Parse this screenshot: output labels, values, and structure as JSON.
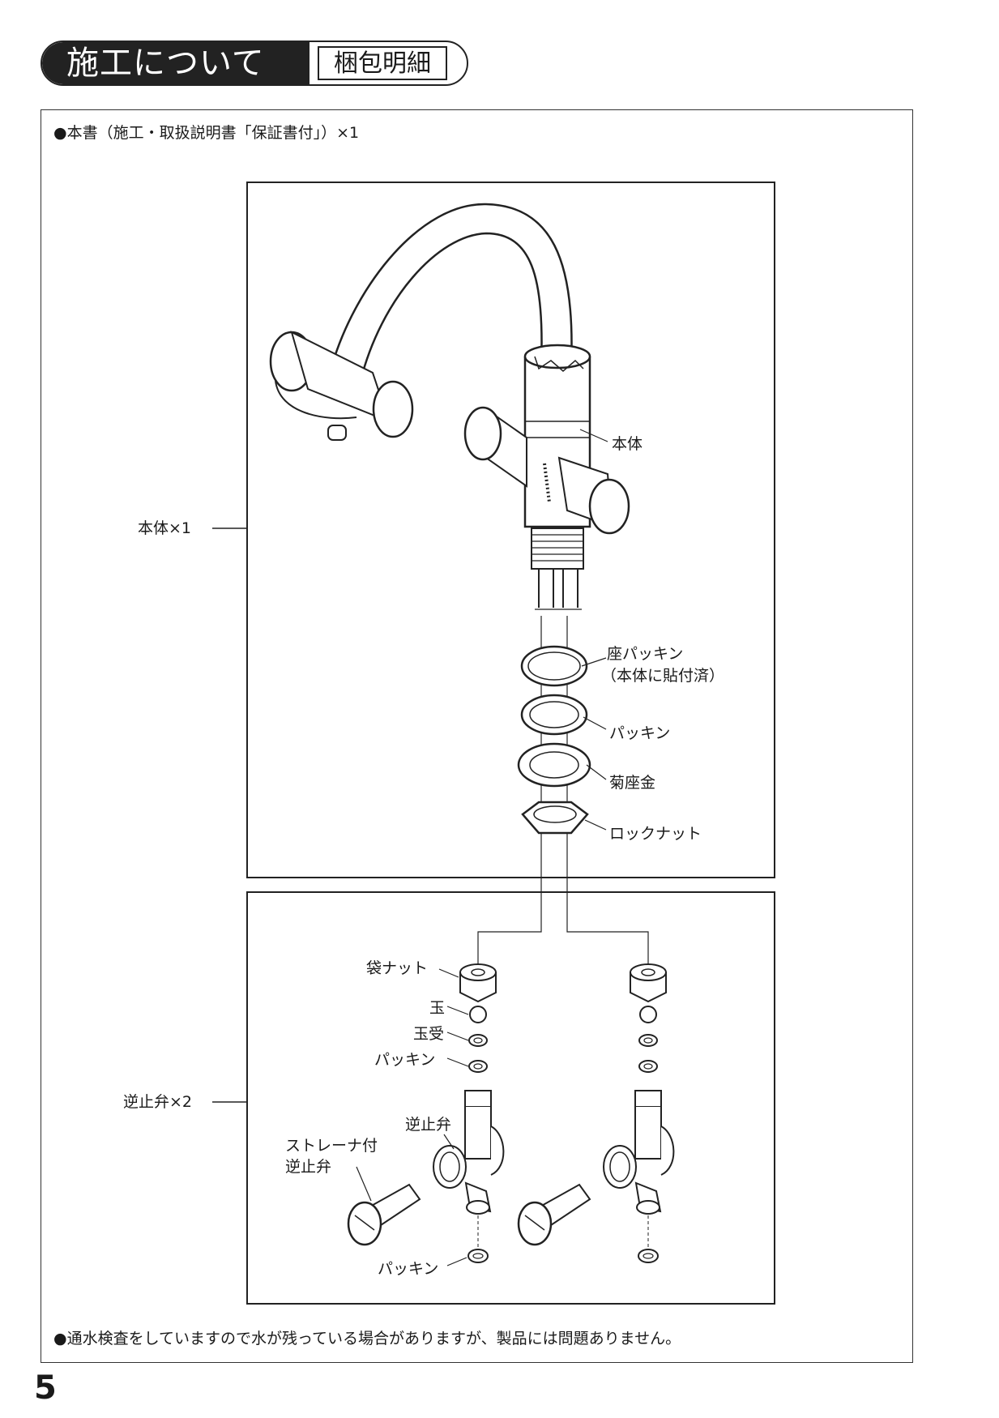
{
  "header": {
    "title": "施工について",
    "subtitle": "梱包明細"
  },
  "manual_note": "●本書（施工・取扱説明書「保証書付」）×1",
  "groups": {
    "main_body": "本体×1",
    "check_valve": "逆止弁×2"
  },
  "parts": {
    "body": "本体",
    "seat_packing_line1": "座パッキン",
    "seat_packing_line2": "（本体に貼付済）",
    "packing": "パッキン",
    "chrysanthemum_washer": "菊座金",
    "lock_nut": "ロックナット",
    "cap_nut": "袋ナット",
    "ball": "玉",
    "ball_seat": "玉受",
    "packing_2": "パッキン",
    "check_valve": "逆止弁",
    "strainer_valve_line1": "ストレーナ付",
    "strainer_valve_line2": "逆止弁",
    "packing_3": "パッキン"
  },
  "footer_note": "●通水検査をしていますので水が残っている場合がありますが、製品には問題ありません。",
  "page_number": "5"
}
